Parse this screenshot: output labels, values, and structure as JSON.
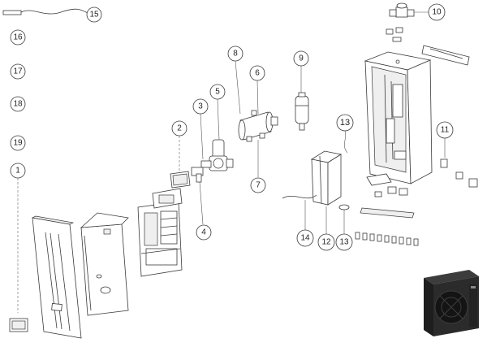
{
  "diagram": {
    "labels": {
      "n1": "1",
      "n2": "2",
      "n3": "3",
      "n4": "4",
      "n5": "5",
      "n6": "6",
      "n7": "7",
      "n8": "8",
      "n9": "9",
      "n10": "10",
      "n11": "11",
      "n12": "12",
      "n13a": "13",
      "n13b": "13",
      "n14": "14",
      "n15": "15",
      "n16": "16",
      "n17": "17",
      "n18": "18",
      "n19": "19"
    },
    "colors": {
      "line": "#3a3a3a",
      "callout_fill": "#ffffff",
      "unit_body": "#2b2b2b",
      "unit_fan": "#111111",
      "highlight_bg": "#e9e9e9"
    },
    "icons": {
      "outdoor_unit": "heat-pump-photo-icon",
      "cabinet": "indoor-cabinet-icon"
    }
  }
}
